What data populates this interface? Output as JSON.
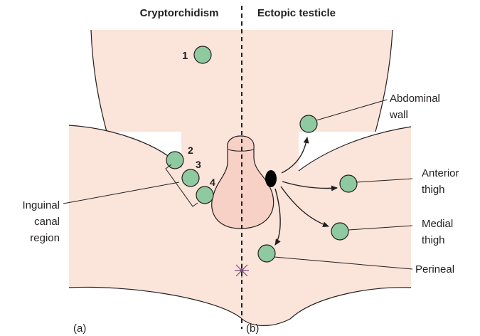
{
  "headings": {
    "left": "Cryptorchidism",
    "right": "Ectopic testicle"
  },
  "panel_letters": {
    "a": "(a)",
    "b": "(b)"
  },
  "numbers": {
    "n1": "1",
    "n2": "2",
    "n3": "3",
    "n4": "4"
  },
  "labels": {
    "inguinal": [
      "Inguinal",
      "canal",
      "region"
    ],
    "abdominal": [
      "Abdominal",
      "wall"
    ],
    "anterior": [
      "Anterior",
      "thigh"
    ],
    "medial": [
      "Medial",
      "thigh"
    ],
    "perineal": "Perineal"
  },
  "colors": {
    "skin": "#fbe4da",
    "skin_outline": "#231f20",
    "penis_fill": "#f7d0c6",
    "testis_fill": "#8fc99f",
    "ectopic_origin": "#000000",
    "anus": "#7a4a7a"
  }
}
